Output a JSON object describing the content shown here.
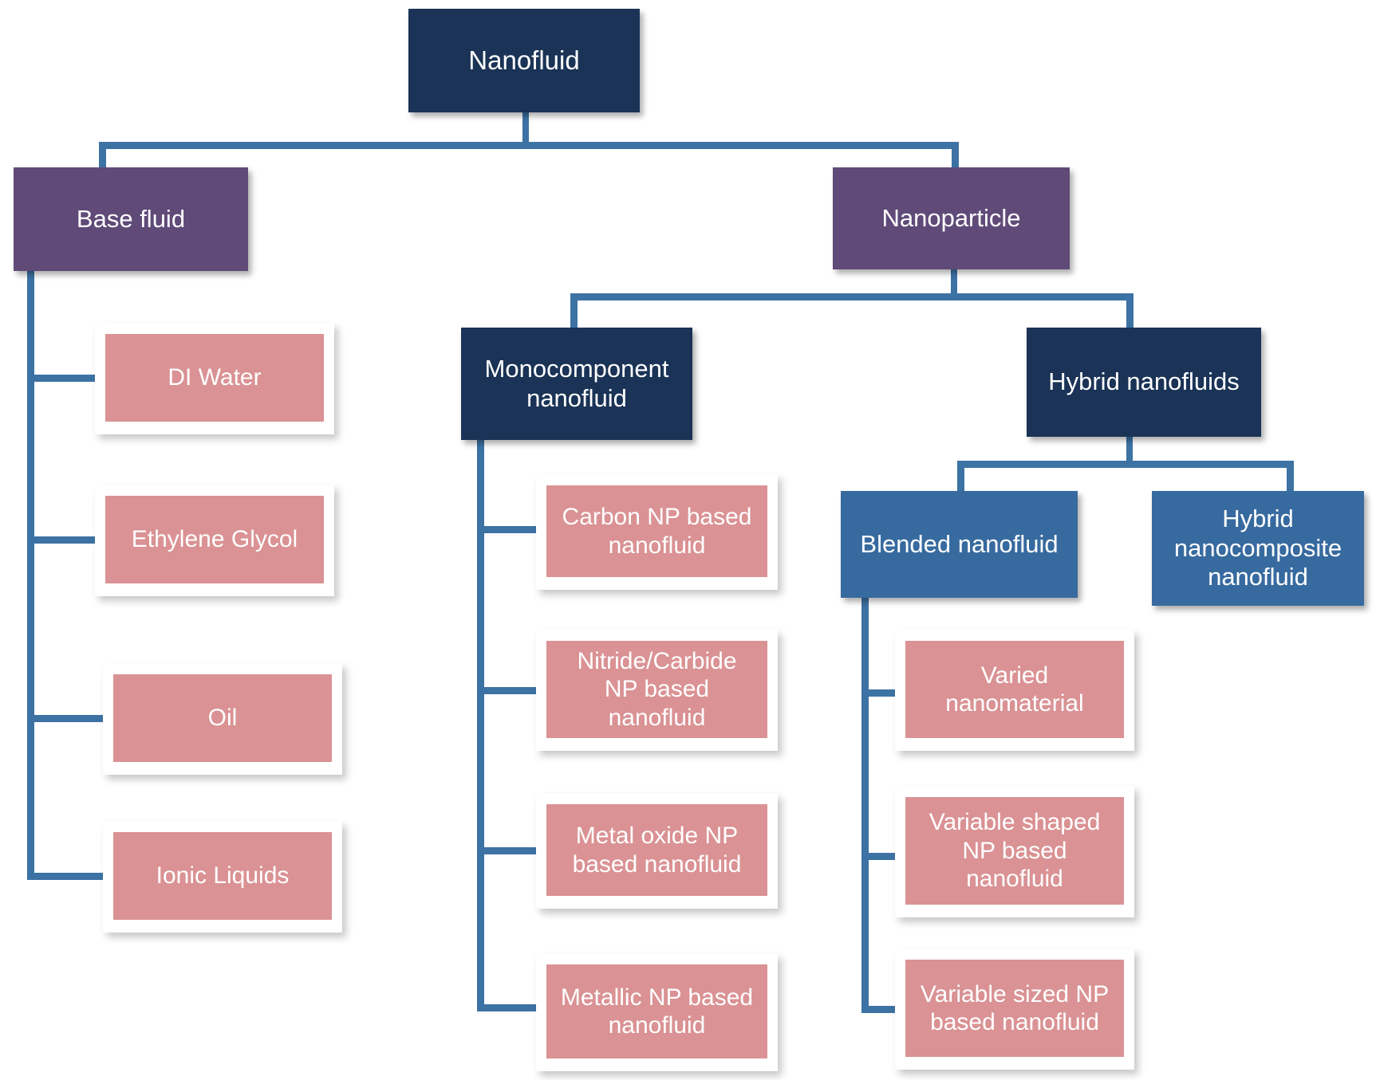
{
  "diagram": {
    "title": "Nanofluid classification tree",
    "colors": {
      "navy": "#1a3356",
      "purple": "#5f4a78",
      "blue": "#376a9f",
      "pink": "#da9294",
      "connector": "#3d72a4",
      "background": "#ffffff",
      "text": "#ffffff"
    },
    "root": {
      "label": "Nanofluid"
    },
    "level1": [
      {
        "label": "Base fluid"
      },
      {
        "label": "Nanoparticle"
      }
    ],
    "base_fluid_children": [
      {
        "label": "DI Water"
      },
      {
        "label": "Ethylene Glycol"
      },
      {
        "label": "Oil"
      },
      {
        "label": "Ionic Liquids"
      }
    ],
    "nanoparticle_children": [
      {
        "label": "Monocomponent\nnanofluid"
      },
      {
        "label": "Hybrid nanofluids"
      }
    ],
    "monocomponent_children": [
      {
        "label": "Carbon NP based\nnanofluid"
      },
      {
        "label": "Nitride/Carbide\nNP based\nnanofluid"
      },
      {
        "label": "Metal oxide NP\nbased nanofluid"
      },
      {
        "label": "Metallic NP based\nnanofluid"
      }
    ],
    "hybrid_children": [
      {
        "label": "Blended nanofluid"
      },
      {
        "label": "Hybrid\nnanocomposite\nnanofluid"
      }
    ],
    "blended_children": [
      {
        "label": "Varied\nnanomaterial"
      },
      {
        "label": "Variable shaped\nNP based\nnanofluid"
      },
      {
        "label": "Variable sized NP\nbased nanofluid"
      }
    ]
  }
}
